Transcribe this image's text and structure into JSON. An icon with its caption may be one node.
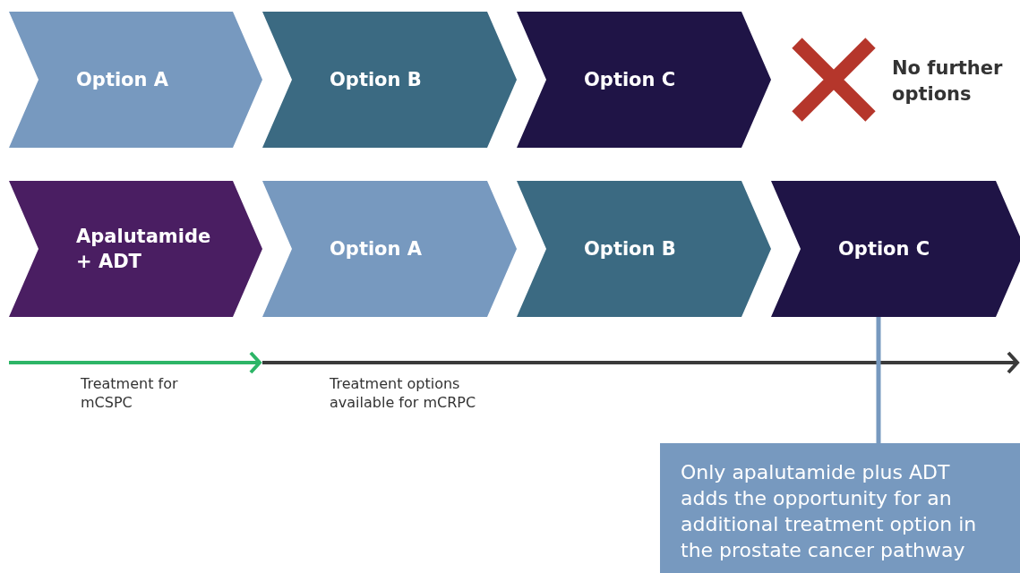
{
  "diagram": {
    "nodes": [
      {
        "text": [
          "Option A"
        ]
      },
      {
        "text": [
          "Option B"
        ]
      },
      {
        "text": [
          "Option C"
        ]
      },
      {
        "text": [
          "Apalutamide + ADT"
        ]
      },
      {
        "text": [
          "Option A"
        ]
      },
      {
        "text": [
          "Option B"
        ]
      },
      {
        "text": [
          "Option C"
        ]
      },
      {
        "text": [
          "Only apalutamide plus ADT adds the opportunity for an additional treatment option in the prostate cancer pathway"
        ]
      }
    ],
    "edges": [
      {
        "from": 7,
        "to": 6,
        "arrow": "none"
      }
    ],
    "labels": [
      "No further options",
      "Treatment for mCSPC",
      "Treatment options available for mCRPC"
    ]
  }
}
